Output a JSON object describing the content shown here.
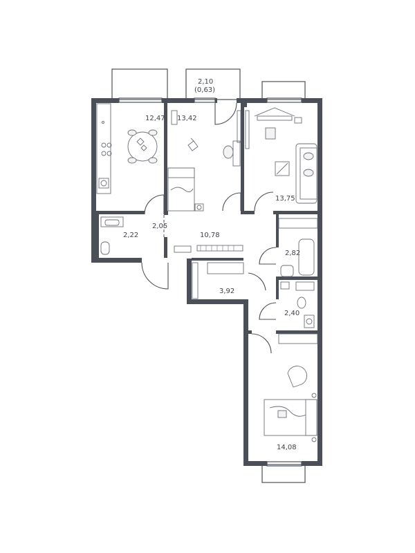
{
  "rooms": {
    "kitchen": "12,47",
    "bedroom_top": "13,42",
    "living": "13,75",
    "hall": "10,78",
    "corridor": "2,05",
    "bath_left": "2,22",
    "bath_right": "2,82",
    "storage": "3,92",
    "wc_right": "2,40",
    "bedroom_bottom": "14,08"
  },
  "balcony": {
    "area": "2,10",
    "area_reduced": "(0,63)"
  }
}
